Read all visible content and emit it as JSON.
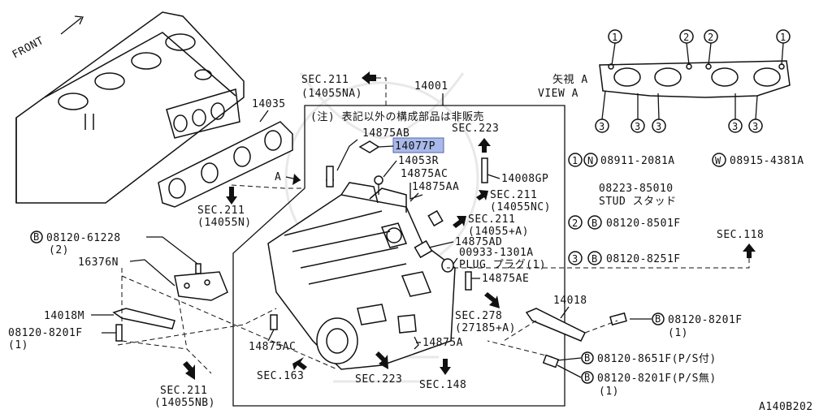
{
  "diagram_id": "A140B202",
  "front_label": "FRONT",
  "view": {
    "jp": "矢視 A",
    "en": "VIEW A"
  },
  "note": "(注) 表記以外の構成部品は非販売",
  "main_part": "14001",
  "part_14035": "14035",
  "arrow_a": "A",
  "parts": {
    "p14875AB": "14875AB",
    "p14077P": "14077P",
    "p14053R": "14053R",
    "p14875AC_top": "14875AC",
    "p14875AA": "14875AA",
    "p14008GP": "14008GP",
    "p14875AD": "14875AD",
    "p00933": "00933-1301A",
    "plug": "PLUG プラグ(1)",
    "p14875AE": "14875AE",
    "p14875AC_bottom": "14875AC",
    "p14875A": "14875A",
    "p16376N": "16376N",
    "p14018M": "14018M",
    "p14018": "14018"
  },
  "sections": {
    "sec211_top": "SEC.211",
    "sec211_top_sub": "(14055NA)",
    "sec223_top": "SEC.223",
    "sec211_nc": "SEC.211",
    "sec211_nc_sub": "(14055NC)",
    "sec211_plus_a": "SEC.211",
    "sec211_plus_a_sub": "(14055+A)",
    "sec211_n": "SEC.211",
    "sec211_n_sub": "(14055N)",
    "sec278": "SEC.278",
    "sec278_sub": "(27185+A)",
    "sec163": "SEC.163",
    "sec223_bottom": "SEC.223",
    "sec148": "SEC.148",
    "sec211_nb": "SEC.211",
    "sec211_nb_sub": "(14055NB)",
    "sec118": "SEC.118"
  },
  "bolts": {
    "b61228": "08120-61228",
    "b61228_qty": "(2)",
    "b8201F_left": "08120-8201F",
    "b8201F_left_qty": "(1)",
    "b8201F_right": "08120-8201F",
    "b8201F_right_qty": "(1)",
    "b8651F": "08120-8651F(P/S付)",
    "b8201F_ps": "08120-8201F(P/S無)",
    "b8201F_ps_qty": "(1)"
  },
  "legend": {
    "l1_num": "1",
    "l1_n_sym": "N",
    "l1_n_part": "08911-2081A",
    "l1_w_sym": "W",
    "l1_w_part": "08915-4381A",
    "l1_stud_part": "08223-85010",
    "l1_stud_label": "STUD スタッド",
    "l2_num": "2",
    "l2_b_sym": "B",
    "l2_part": "08120-8501F",
    "l3_num": "3",
    "l3_b_sym": "B",
    "l3_part": "08120-8251F"
  },
  "view_callouts": [
    "1",
    "2",
    "2",
    "1",
    "3",
    "3",
    "3",
    "3",
    "3"
  ],
  "b_symbol": "B"
}
